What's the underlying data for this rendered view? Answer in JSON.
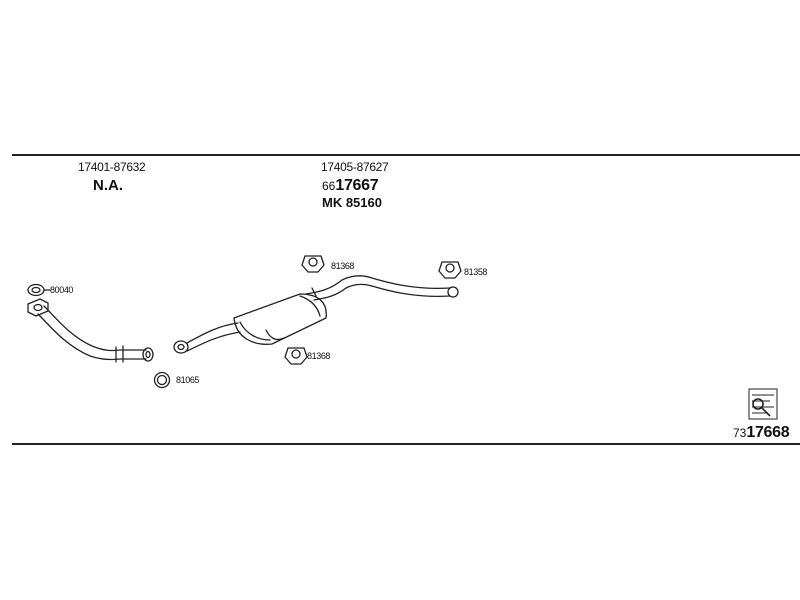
{
  "sections": {
    "front_pipe": {
      "part_number": "17401-87632",
      "availability": "N.A."
    },
    "rear_muffler": {
      "part_number": "17405-87627",
      "catalog_prefix": "66",
      "catalog_number": "17667",
      "mount_kit": "MK 85160"
    }
  },
  "callouts": {
    "gasket_front": "80040",
    "ring_gasket": "81065",
    "hanger_top": "81368",
    "hanger_bottom": "81368",
    "hanger_right": "81358"
  },
  "footer": {
    "set_prefix": "73",
    "set_number": "17668"
  },
  "icons": {
    "set_icon": "exhaust-set-icon"
  },
  "colors": {
    "line": "#222222",
    "text": "#111111"
  }
}
